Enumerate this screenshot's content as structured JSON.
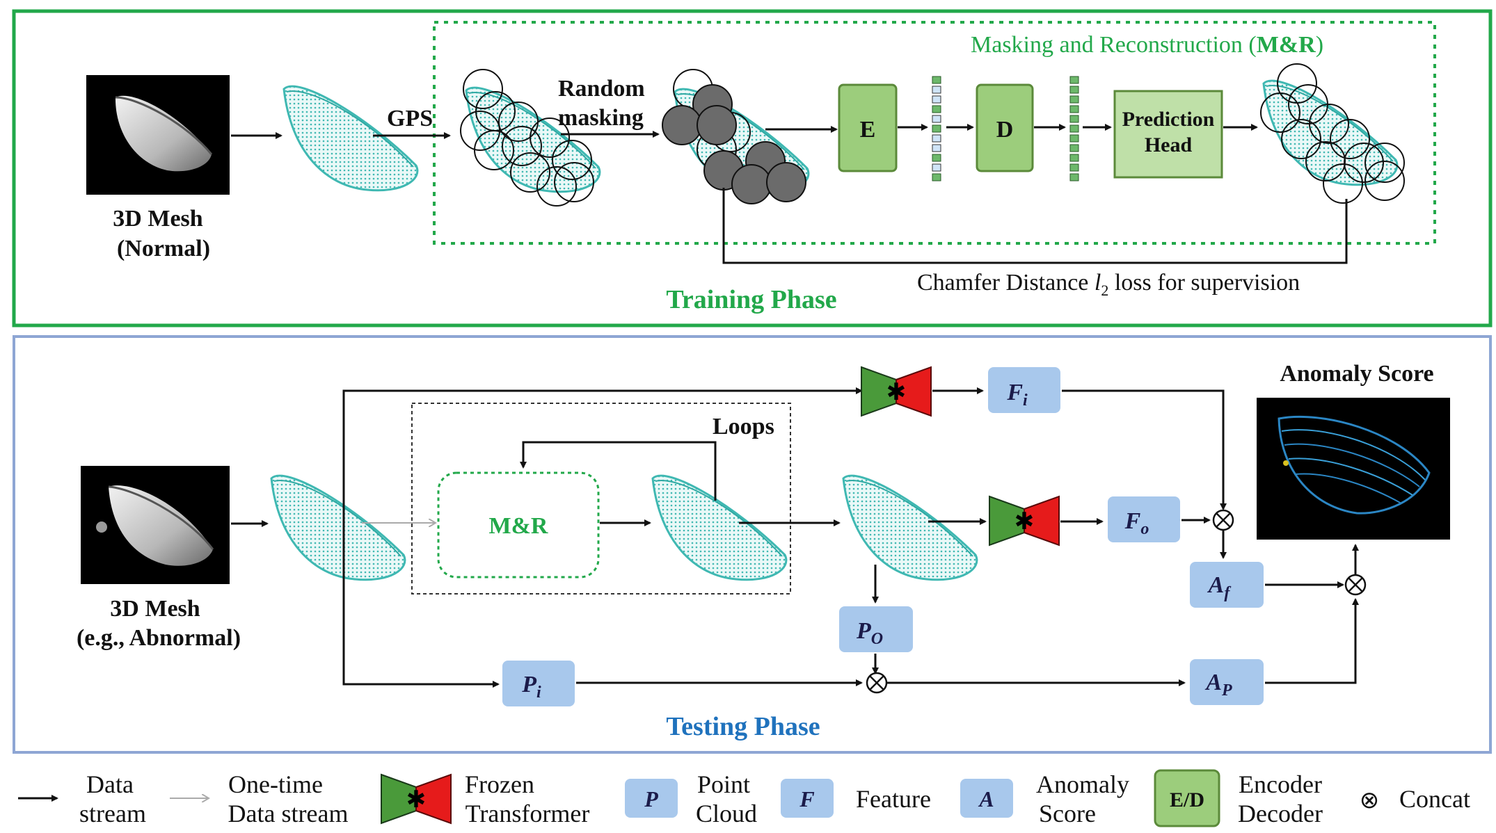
{
  "colors": {
    "training_border": "#22a84a",
    "testing_border": "#8ea6d4",
    "green_box": "#9ccd7c",
    "green_box_border": "#5b8a3a",
    "light_green_box": "#bfe0a8",
    "blue_box": "#a8c8ec",
    "training_text": "#22a84a",
    "testing_text": "#1f72bd",
    "mesh_cyan": "#4fc7c2"
  },
  "training": {
    "title": "Training Phase",
    "mesh_label_1": "3D Mesh",
    "mesh_label_2": "(Normal)",
    "gps_label": "GPS",
    "random_masking_1": "Random",
    "random_masking_2": "masking",
    "mr_title_prefix": "Masking and Reconstruction (",
    "mr_title_bold": "M&R",
    "mr_title_suffix": ")",
    "encoder_label": "E",
    "decoder_label": "D",
    "prediction_head_1": "Prediction",
    "prediction_head_2": "Head",
    "chamfer_prefix": "Chamfer Distance ",
    "chamfer_l": "l",
    "chamfer_sub": "2",
    "chamfer_suffix": " loss for supervision"
  },
  "testing": {
    "title": "Testing Phase",
    "mesh_label_1": "3D Mesh",
    "mesh_label_2": "(e.g., Abnormal)",
    "loops_label": "Loops",
    "mr_label": "M&R",
    "anomaly_score_title": "Anomaly Score",
    "fi_main": "F",
    "fi_sub": "i",
    "fo_main": "F",
    "fo_sub": "o",
    "po_main": "P",
    "po_sub": "O",
    "pi_main": "P",
    "pi_sub": "i",
    "af_main": "A",
    "af_sub": "f",
    "ap_main": "A",
    "ap_sub": "P"
  },
  "legend": {
    "data_stream_1": "Data",
    "data_stream_2": "stream",
    "onetime_1": "One-time",
    "onetime_2": "Data stream",
    "frozen_1": "Frozen",
    "frozen_2": "Transformer",
    "point_box": "P",
    "point_1": "Point",
    "point_2": "Cloud",
    "feature_box": "F",
    "feature": "Feature",
    "anomaly_box": "A",
    "anomaly_1": "Anomaly",
    "anomaly_2": "Score",
    "ed_box": "E/D",
    "ed_1": "Encoder",
    "ed_2": "Decoder",
    "concat_symbol": "⊗",
    "concat": "Concat"
  }
}
